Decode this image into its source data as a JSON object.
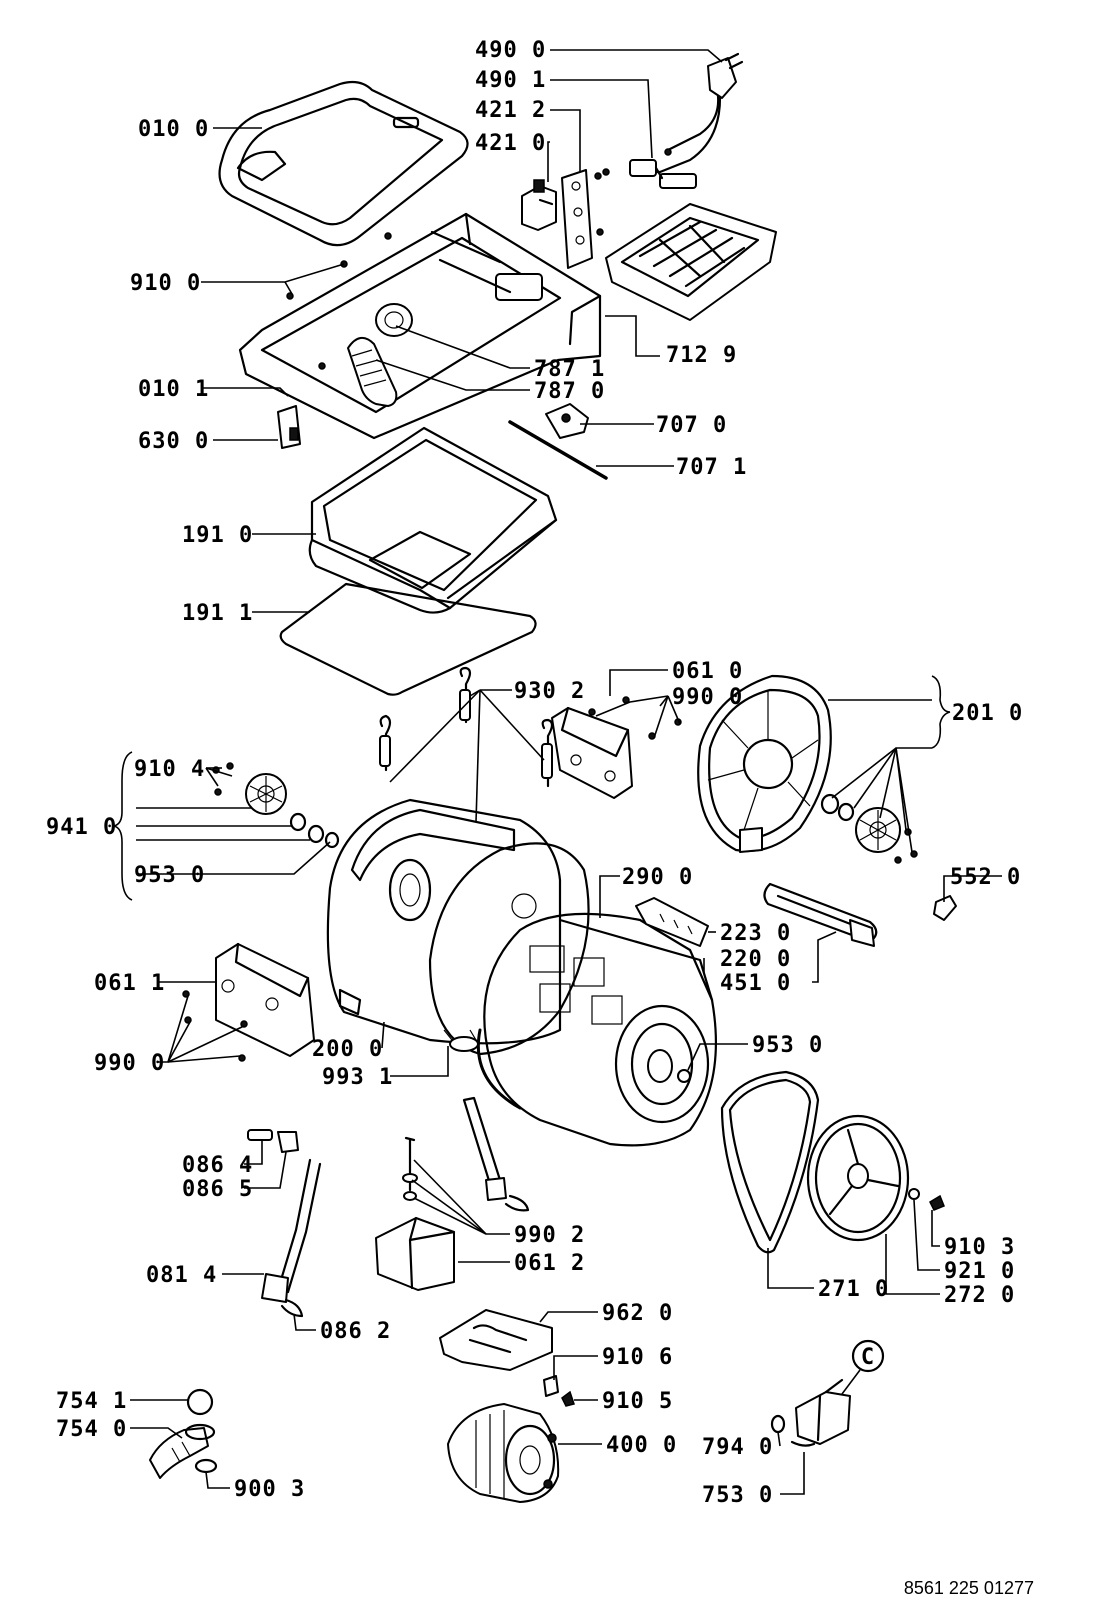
{
  "labels": [
    {
      "text": "490 0"
    },
    {
      "text": "490 1"
    },
    {
      "text": "421 2"
    },
    {
      "text": "421 0"
    },
    {
      "text": "010 0"
    },
    {
      "text": "910 0"
    },
    {
      "text": "712 9"
    },
    {
      "text": "787 1"
    },
    {
      "text": "787 0"
    },
    {
      "text": "010 1"
    },
    {
      "text": "707 0"
    },
    {
      "text": "630 0"
    },
    {
      "text": "707 1"
    },
    {
      "text": "191 0"
    },
    {
      "text": "191 1"
    },
    {
      "text": "930 2"
    },
    {
      "text": "061 0"
    },
    {
      "text": "990 0"
    },
    {
      "text": "201 0"
    },
    {
      "text": "910 4"
    },
    {
      "text": "941 0"
    },
    {
      "text": "953 0"
    },
    {
      "text": "290 0"
    },
    {
      "text": "552 0"
    },
    {
      "text": "223 0"
    },
    {
      "text": "220 0"
    },
    {
      "text": "451 0"
    },
    {
      "text": "061 1"
    },
    {
      "text": "200 0"
    },
    {
      "text": "993 1"
    },
    {
      "text": "953 0"
    },
    {
      "text": "990 0"
    },
    {
      "text": "086 4"
    },
    {
      "text": "086 5"
    },
    {
      "text": "990 2"
    },
    {
      "text": "061 2"
    },
    {
      "text": "081 4"
    },
    {
      "text": "910 3"
    },
    {
      "text": "921 0"
    },
    {
      "text": "271 0"
    },
    {
      "text": "272 0"
    },
    {
      "text": "086 2"
    },
    {
      "text": "962 0"
    },
    {
      "text": "910 6"
    },
    {
      "text": "910 5"
    },
    {
      "text": "754 1"
    },
    {
      "text": "754 0"
    },
    {
      "text": "400 0"
    },
    {
      "text": "794 0"
    },
    {
      "text": "900 3"
    },
    {
      "text": "753 0"
    }
  ],
  "callout_circle": "C",
  "document_number": "8561 225 01277"
}
